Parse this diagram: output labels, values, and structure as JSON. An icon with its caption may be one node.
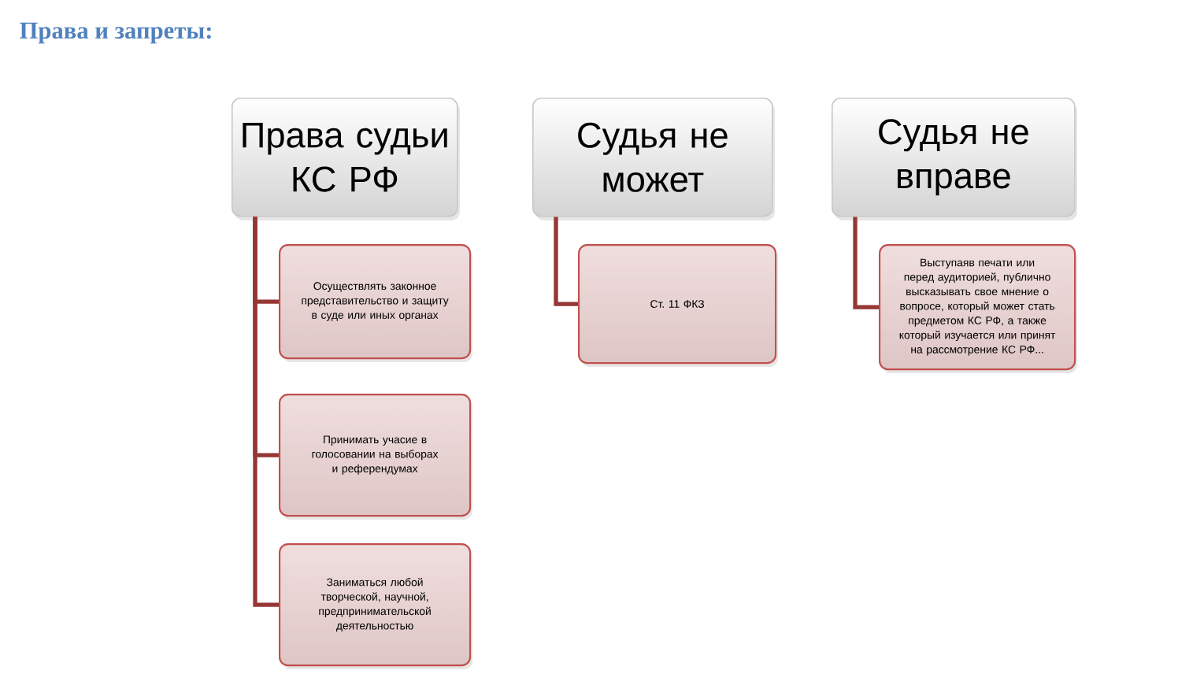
{
  "diagram": {
    "title": "Права и запреты:",
    "nodes": [
      {
        "text": [
          "Права судьи КС РФ"
        ]
      },
      {
        "text": [
          "Осуществлять законное представительство и защиту в суде или иных органах"
        ]
      },
      {
        "text": [
          "Принимать учасие в голосовании на выборах и референдумах"
        ]
      },
      {
        "text": [
          "Заниматься любой творческой, научной, предпринимательской деятельностью"
        ]
      },
      {
        "text": [
          "Судья не может"
        ]
      },
      {
        "text": [
          "Ст. 11 ФКЗ"
        ]
      },
      {
        "text": [
          "Судья не вправе"
        ]
      },
      {
        "text": [
          "Выступаяв печати или перед аудиторией, публично высказывать свое мнение о вопросе, который может стать предметом КС РФ, а также который изучается или принят на рассмотрение КС РФ..."
        ]
      }
    ],
    "edges": [
      {
        "from": 0,
        "to": 1,
        "arrow": "none"
      },
      {
        "from": 0,
        "to": 2,
        "arrow": "none"
      },
      {
        "from": 0,
        "to": 3,
        "arrow": "none"
      },
      {
        "from": 4,
        "to": 5,
        "arrow": "none"
      },
      {
        "from": 6,
        "to": 7,
        "arrow": "none"
      }
    ]
  }
}
